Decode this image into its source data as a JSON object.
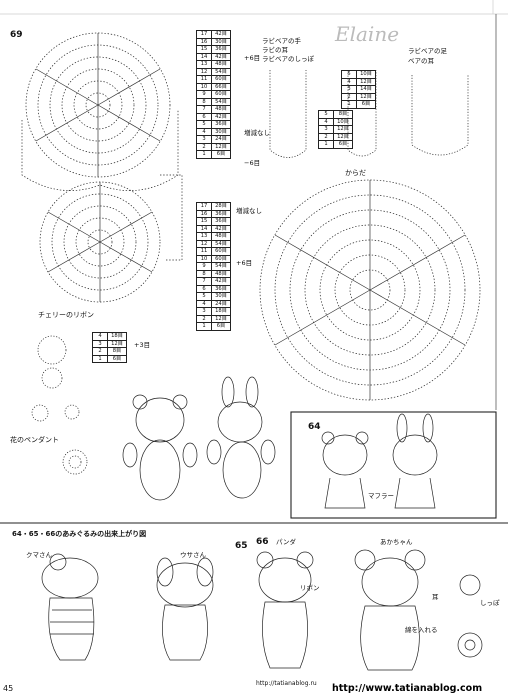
{
  "page": {
    "number": "45",
    "section_left": "69",
    "section_right_box": "64",
    "bottom_title": "64・65・66のあみぐるみの出来上がり図",
    "bottom_num_65": "65",
    "bottom_num_66": "66",
    "logo": "Elaine",
    "watermark_url": "http://tatianablog.ru",
    "footer_url": "http://www.tatianablog.com"
  },
  "labels": {
    "rabbit_arm": "ラビベアの手",
    "rabbit_ear": "ラビの耳",
    "rabbit_tail": "ラビベアのしっぽ",
    "rabbit_leg": "ラビベアの足",
    "bear_ear": "ベアの耳",
    "body": "からだ",
    "cherry_ribbon": "チェリーのリボン",
    "flower_pendant": "花のペンダント",
    "muffler": "マフラー",
    "panda": "パンダ",
    "aka_chan": "あかちゃん",
    "ears": "耳",
    "ribbon": "リボン",
    "stuffing": "綿を入れる",
    "tail": "しっぽ",
    "kuma_san": "クマさん",
    "usa_san": "ウサさん"
  },
  "tables": {
    "head_rows": [
      {
        "r": "17",
        "c": "42目"
      },
      {
        "r": "16",
        "c": "30目"
      },
      {
        "r": "15",
        "c": "36目"
      },
      {
        "r": "14",
        "c": "42目"
      },
      {
        "r": "13",
        "c": "48目"
      },
      {
        "r": "12",
        "c": "54目"
      },
      {
        "r": "11",
        "c": "60目"
      },
      {
        "r": "10",
        "c": "66目"
      },
      {
        "r": "9",
        "c": "60目"
      },
      {
        "r": "8",
        "c": "54目"
      },
      {
        "r": "7",
        "c": "48目"
      },
      {
        "r": "6",
        "c": "42目"
      },
      {
        "r": "5",
        "c": "36目"
      },
      {
        "r": "4",
        "c": "30目"
      },
      {
        "r": "3",
        "c": "24目"
      },
      {
        "r": "2",
        "c": "12目"
      },
      {
        "r": "1",
        "c": "6目"
      }
    ],
    "body_rows": [
      {
        "r": "17",
        "c": "28目"
      },
      {
        "r": "16",
        "c": "36目"
      },
      {
        "r": "15",
        "c": "36目"
      },
      {
        "r": "14",
        "c": "42目"
      },
      {
        "r": "13",
        "c": "48目"
      },
      {
        "r": "12",
        "c": "54目"
      },
      {
        "r": "11",
        "c": "60目"
      },
      {
        "r": "10",
        "c": "60目"
      },
      {
        "r": "9",
        "c": "54目"
      },
      {
        "r": "8",
        "c": "48目"
      },
      {
        "r": "7",
        "c": "42目"
      },
      {
        "r": "6",
        "c": "36目"
      },
      {
        "r": "5",
        "c": "30目"
      },
      {
        "r": "4",
        "c": "24目"
      },
      {
        "r": "3",
        "c": "18目"
      },
      {
        "r": "2",
        "c": "12目"
      },
      {
        "r": "1",
        "c": "6目"
      }
    ],
    "ribbon_rows": [
      {
        "r": "4",
        "c": "18目"
      },
      {
        "r": "3",
        "c": "12目"
      },
      {
        "r": "2",
        "c": "8目"
      },
      {
        "r": "1",
        "c": "6目"
      }
    ],
    "arm_rows": [
      {
        "r": "5",
        "c": "8目"
      },
      {
        "r": "4",
        "c": "10目"
      },
      {
        "r": "3",
        "c": "12目"
      },
      {
        "r": "2",
        "c": "12目"
      },
      {
        "r": "1",
        "c": "6目"
      }
    ],
    "leg_rows": [
      {
        "r": "5",
        "c": "10目"
      },
      {
        "r": "4",
        "c": "12目"
      },
      {
        "r": "3",
        "c": "14目"
      },
      {
        "r": "2",
        "c": "12目"
      },
      {
        "r": "1",
        "c": "6目"
      }
    ]
  },
  "notes": {
    "no_change": "増減なし",
    "plus6": "+6目",
    "minus6": "−6目",
    "plus3": "+3目"
  }
}
